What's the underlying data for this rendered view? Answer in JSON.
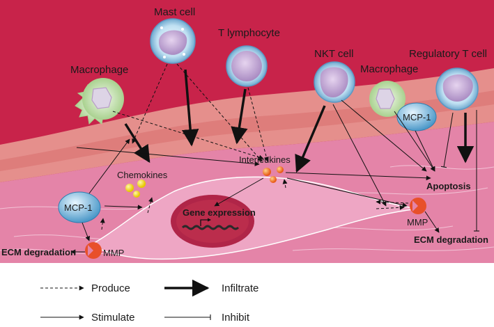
{
  "diagram": {
    "cells": {
      "mast_cell": "Mast cell",
      "t_lymphocyte": "T lymphocyte",
      "nkt_cell": "NKT cell",
      "macrophage_left": "Macrophage",
      "macrophage_right": "Macrophage",
      "regulatory_t_cell": "Regulatory T cell"
    },
    "molecules": {
      "mcp1_right": "MCP-1",
      "mcp1_left": "MCP-1",
      "chemokines": "Chemokines",
      "interleukines": "Interleukines",
      "mmp_left": "MMP",
      "mmp_right": "MMP"
    },
    "processes": {
      "gene_expression": "Gene expression",
      "apoptosis": "Apoptosis",
      "ecm_degradation_left": "ECM degradation",
      "ecm_degradation_right": "ECM degradation"
    },
    "legend": {
      "produce": "Produce",
      "infiltrate": "Infiltrate",
      "stimulate": "Stimulate",
      "inhibit": "Inhibit"
    },
    "colors": {
      "lumen": "#c8234a",
      "wall": "#e08a8c",
      "tissue": "#e27fa6",
      "nucleus": "#b02548",
      "cell_blue": "#8fc4e4",
      "cell_inner": "#b896c8",
      "macrophage": "#c9e2b8",
      "mmp": "#e8502a",
      "granule": "#f5e018"
    }
  }
}
